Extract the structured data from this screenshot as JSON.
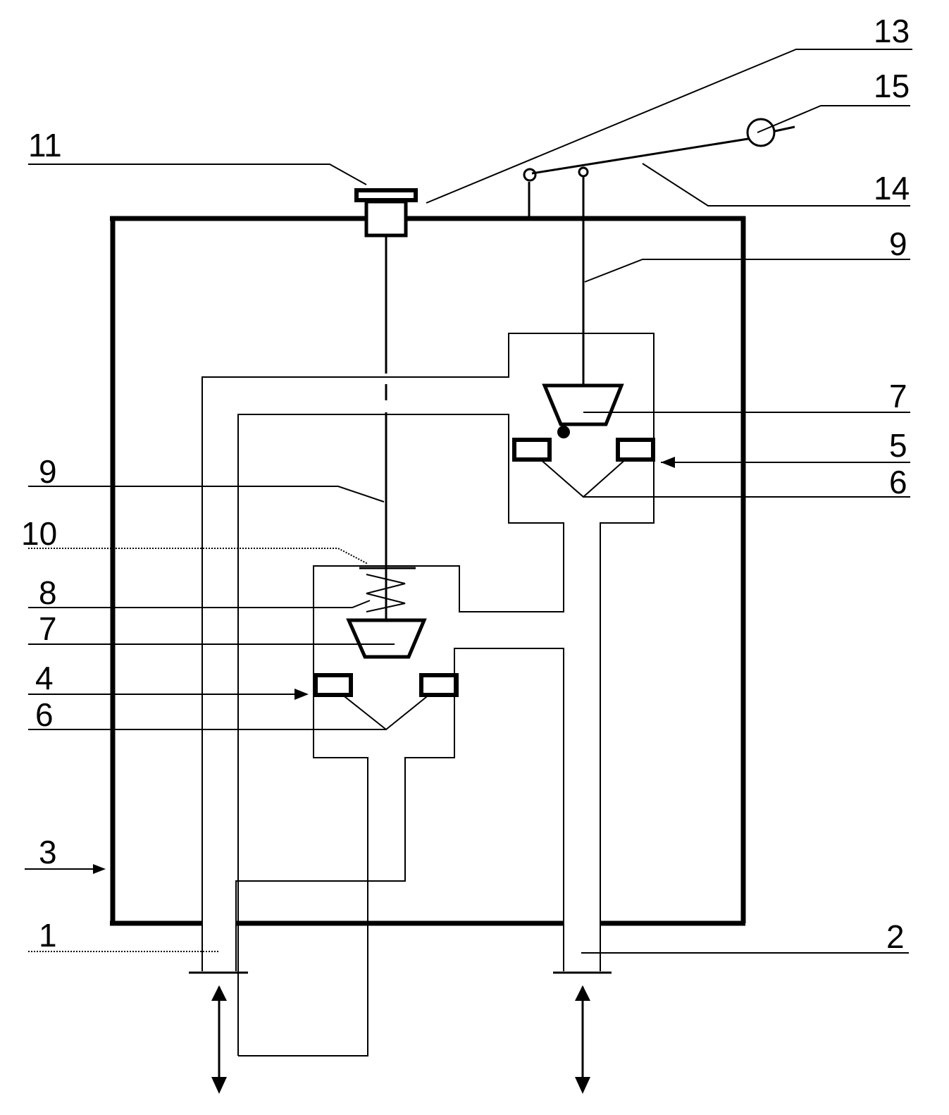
{
  "labels": {
    "l1": "1",
    "l2": "2",
    "l3": "3",
    "l4": "4",
    "l5": "5",
    "l6a": "6",
    "l6b": "6",
    "l7a": "7",
    "l7b": "7",
    "l8": "8",
    "l9a": "9",
    "l9b": "9",
    "l10": "10",
    "l11": "11",
    "l13": "13",
    "l14": "14",
    "l15": "15"
  }
}
